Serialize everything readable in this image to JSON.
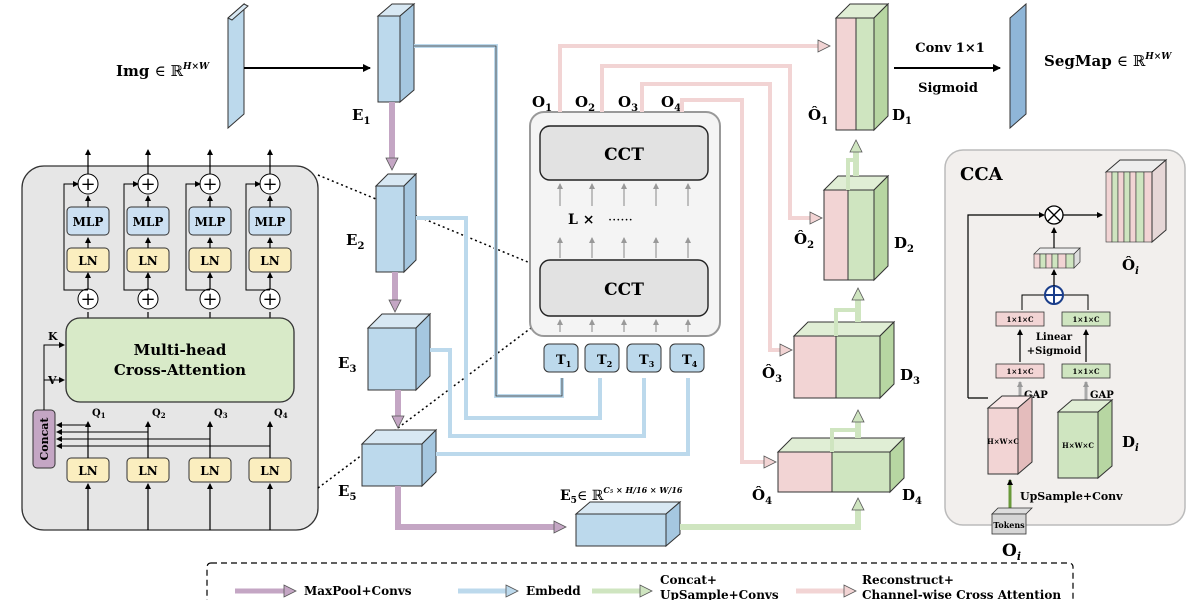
{
  "input": {
    "img": "Img",
    "space": "∈ ℝ",
    "sup": "H×W"
  },
  "encoders": {
    "e1": {
      "main": "E",
      "sub": "1"
    },
    "e2": {
      "main": "E",
      "sub": "2"
    },
    "e3": {
      "main": "E",
      "sub": "3"
    },
    "e5": {
      "main": "E",
      "sub": "5"
    }
  },
  "bottleneck": {
    "main": "E",
    "sub": "5",
    "space": "∈ ℝ",
    "sup": "C₅ × H/16 × W/16"
  },
  "cct": {
    "block": "CCT",
    "repeat": "L ×",
    "dots": "······",
    "outputs": [
      {
        "m": "O",
        "s": "1"
      },
      {
        "m": "O",
        "s": "2"
      },
      {
        "m": "O",
        "s": "3"
      },
      {
        "m": "O",
        "s": "4"
      }
    ],
    "tokens": [
      {
        "m": "T",
        "s": "1"
      },
      {
        "m": "T",
        "s": "2"
      },
      {
        "m": "T",
        "s": "3"
      },
      {
        "m": "T",
        "s": "4"
      }
    ]
  },
  "decoders": {
    "o1": {
      "main": "Ô",
      "sub": "1"
    },
    "d1": {
      "main": "D",
      "sub": "1"
    },
    "o2": {
      "main": "Ô",
      "sub": "2"
    },
    "d2": {
      "main": "D",
      "sub": "2"
    },
    "o3": {
      "main": "Ô",
      "sub": "3"
    },
    "d3": {
      "main": "D",
      "sub": "3"
    },
    "o4": {
      "main": "Ô",
      "sub": "4"
    },
    "d4": {
      "main": "D",
      "sub": "4"
    }
  },
  "head": {
    "conv": "Conv 1×1",
    "sigmoid": "Sigmoid",
    "seg": "SegMap",
    "space": "∈ ℝ",
    "sup": "H×W"
  },
  "transformer": {
    "mlp": "MLP",
    "ln": "LN",
    "mha1": "Multi-head",
    "mha2": "Cross-Attention",
    "k": "K",
    "v": "V",
    "concat": "Concat",
    "q": [
      {
        "m": "Q",
        "s": "1"
      },
      {
        "m": "Q",
        "s": "2"
      },
      {
        "m": "Q",
        "s": "3"
      },
      {
        "m": "Q",
        "s": "4"
      }
    ]
  },
  "cca": {
    "title": "CCA",
    "cube": "H×W×C",
    "vec": "1×1×C",
    "gap": "GAP",
    "linear": "Linear",
    "sigmoid": "+Sigmoid",
    "upsample": "UpSample+Conv",
    "tokens": "Tokens",
    "oi": {
      "main": "O",
      "sub": "i"
    },
    "di": {
      "main": "D",
      "sub": "i"
    },
    "ohat": {
      "main": "Ô",
      "sub": "i"
    }
  },
  "legend": {
    "maxpool": "MaxPool+Convs",
    "embedd": "Embedd",
    "concat1": "Concat+",
    "concat2": "UpSample+Convs",
    "recon1": "Reconstruct+",
    "recon2": "Channel-wise Cross Attention"
  },
  "colors": {
    "encoder_blue": "#bcd9ec",
    "decoder_green": "#cfe5c0",
    "decoder_pink": "#f2d4d4",
    "purple_arrow": "#c4a6c4",
    "mha_green": "#d8eac8",
    "ln_yellow": "#fbeebf",
    "mlp_blue": "#cce0f2"
  }
}
